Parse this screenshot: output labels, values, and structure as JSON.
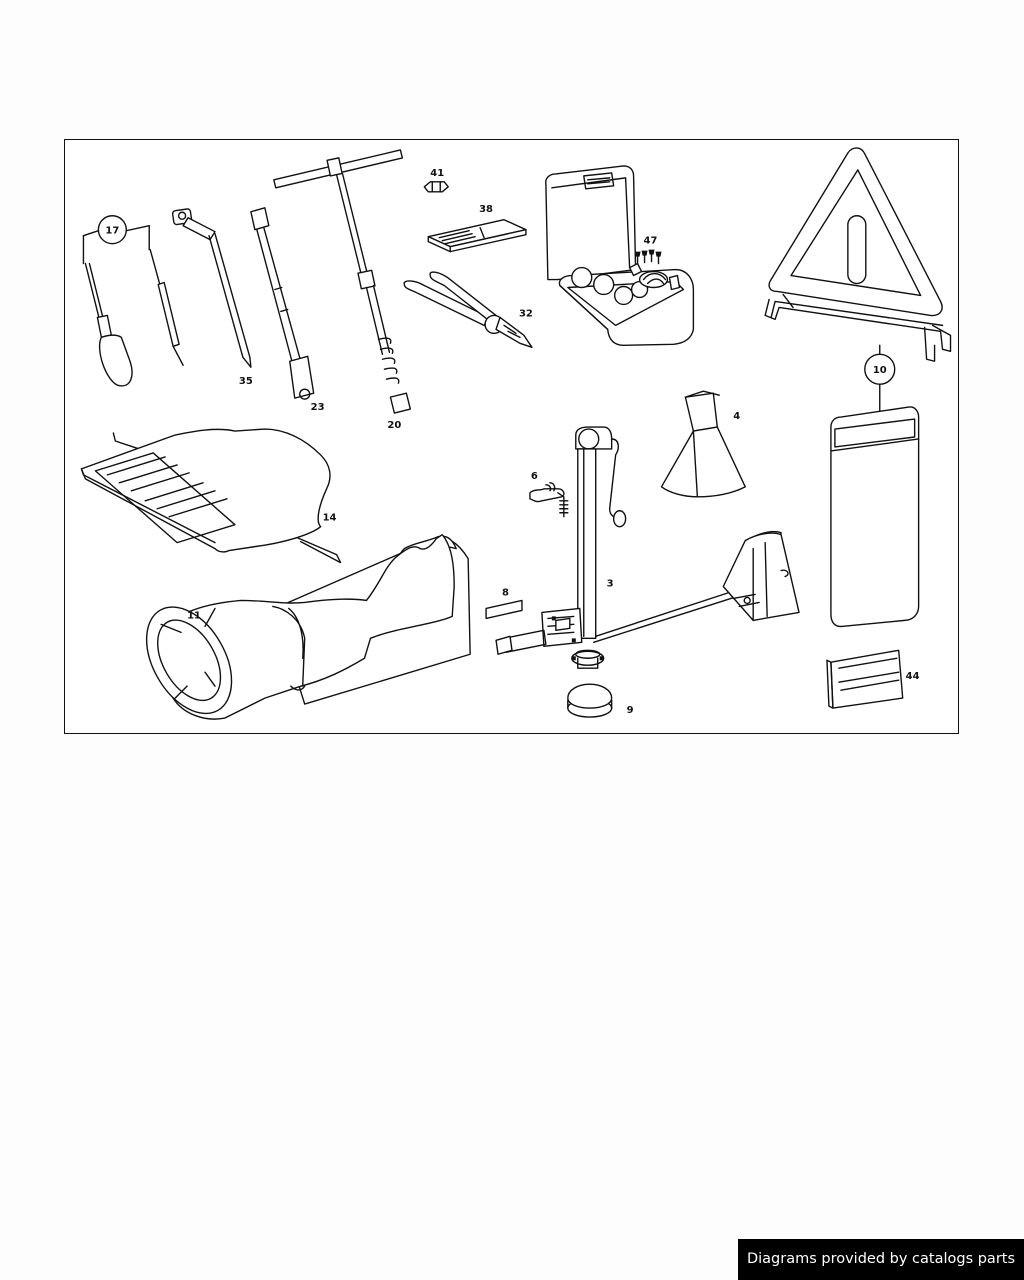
{
  "diagram": {
    "labels": {
      "p17": "17",
      "p35": "35",
      "p23": "23",
      "p20": "20",
      "p41": "41",
      "p38": "38",
      "p32": "32",
      "p47": "47",
      "p10": "10",
      "p14": "14",
      "p6": "6",
      "p4": "4",
      "p3": "3",
      "p8": "8",
      "p11": "11",
      "p9": "9",
      "p44": "44"
    }
  },
  "footer": {
    "credit": "Diagrams provided by catalogs parts"
  },
  "colors": {
    "ink": "#111111",
    "paper": "#ffffff",
    "credit_bg": "#000000",
    "credit_text": "#ffffff"
  }
}
